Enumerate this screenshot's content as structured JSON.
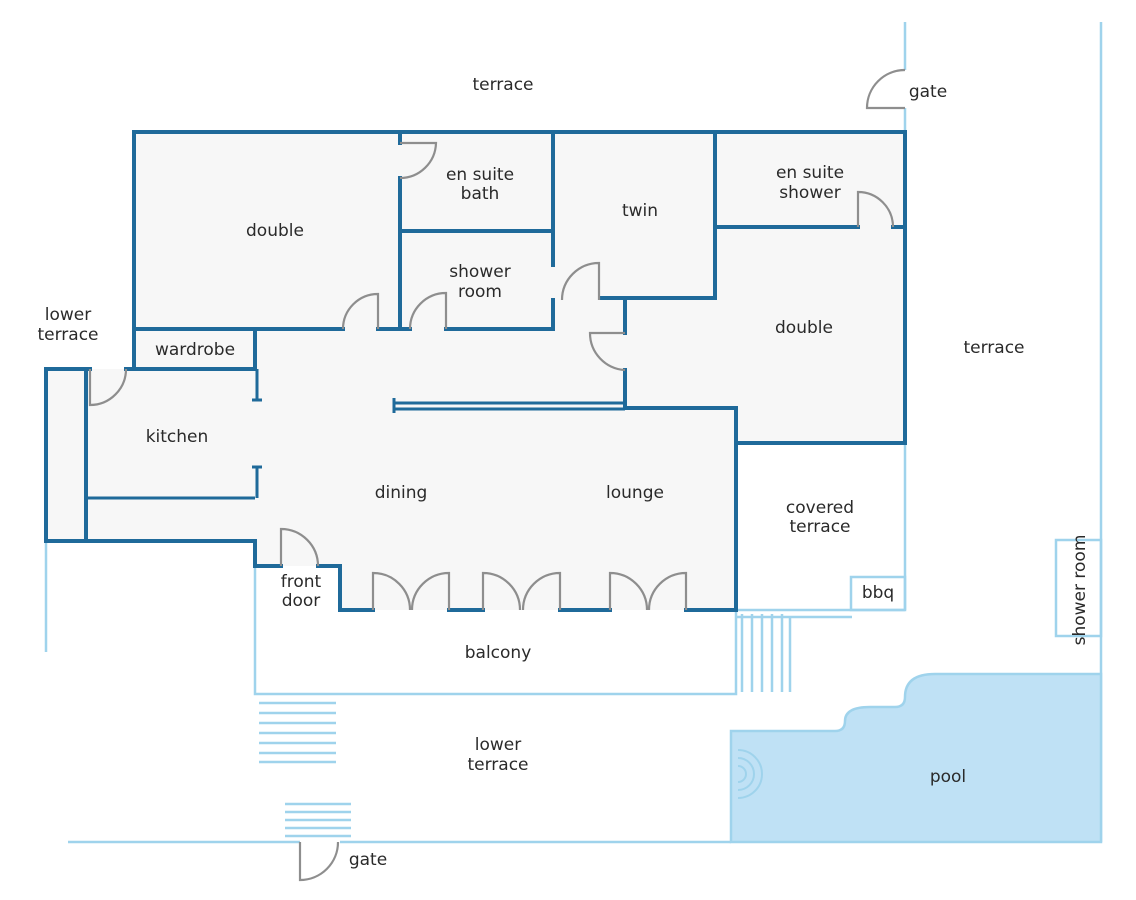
{
  "rooms": {
    "terrace_top": "terrace",
    "gate_top": "gate",
    "double_left": "double",
    "en_suite_bath_1": "en suite",
    "en_suite_bath_2": "bath",
    "twin": "twin",
    "en_suite_shower_1": "en suite",
    "en_suite_shower_2": "shower",
    "shower_room_1": "shower",
    "shower_room_2": "room",
    "double_right": "double",
    "terrace_right": "terrace",
    "lower_terrace_left_1": "lower",
    "lower_terrace_left_2": "terrace",
    "wardrobe": "wardrobe",
    "kitchen": "kitchen",
    "dining": "dining",
    "lounge": "lounge",
    "covered_terrace_1": "covered",
    "covered_terrace_2": "terrace",
    "bbq": "bbq",
    "front_door_1": "front",
    "front_door_2": "door",
    "balcony": "balcony",
    "outdoor_shower_room": "shower room",
    "lower_terrace_bottom_1": "lower",
    "lower_terrace_bottom_2": "terrace",
    "pool": "pool",
    "gate_bottom": "gate"
  },
  "colors": {
    "wall": "#1f6a9a",
    "outline": "#9fd3ec",
    "pool": "#bfe1f5",
    "floor": "#f7f7f7",
    "door": "#8e8e8e"
  }
}
